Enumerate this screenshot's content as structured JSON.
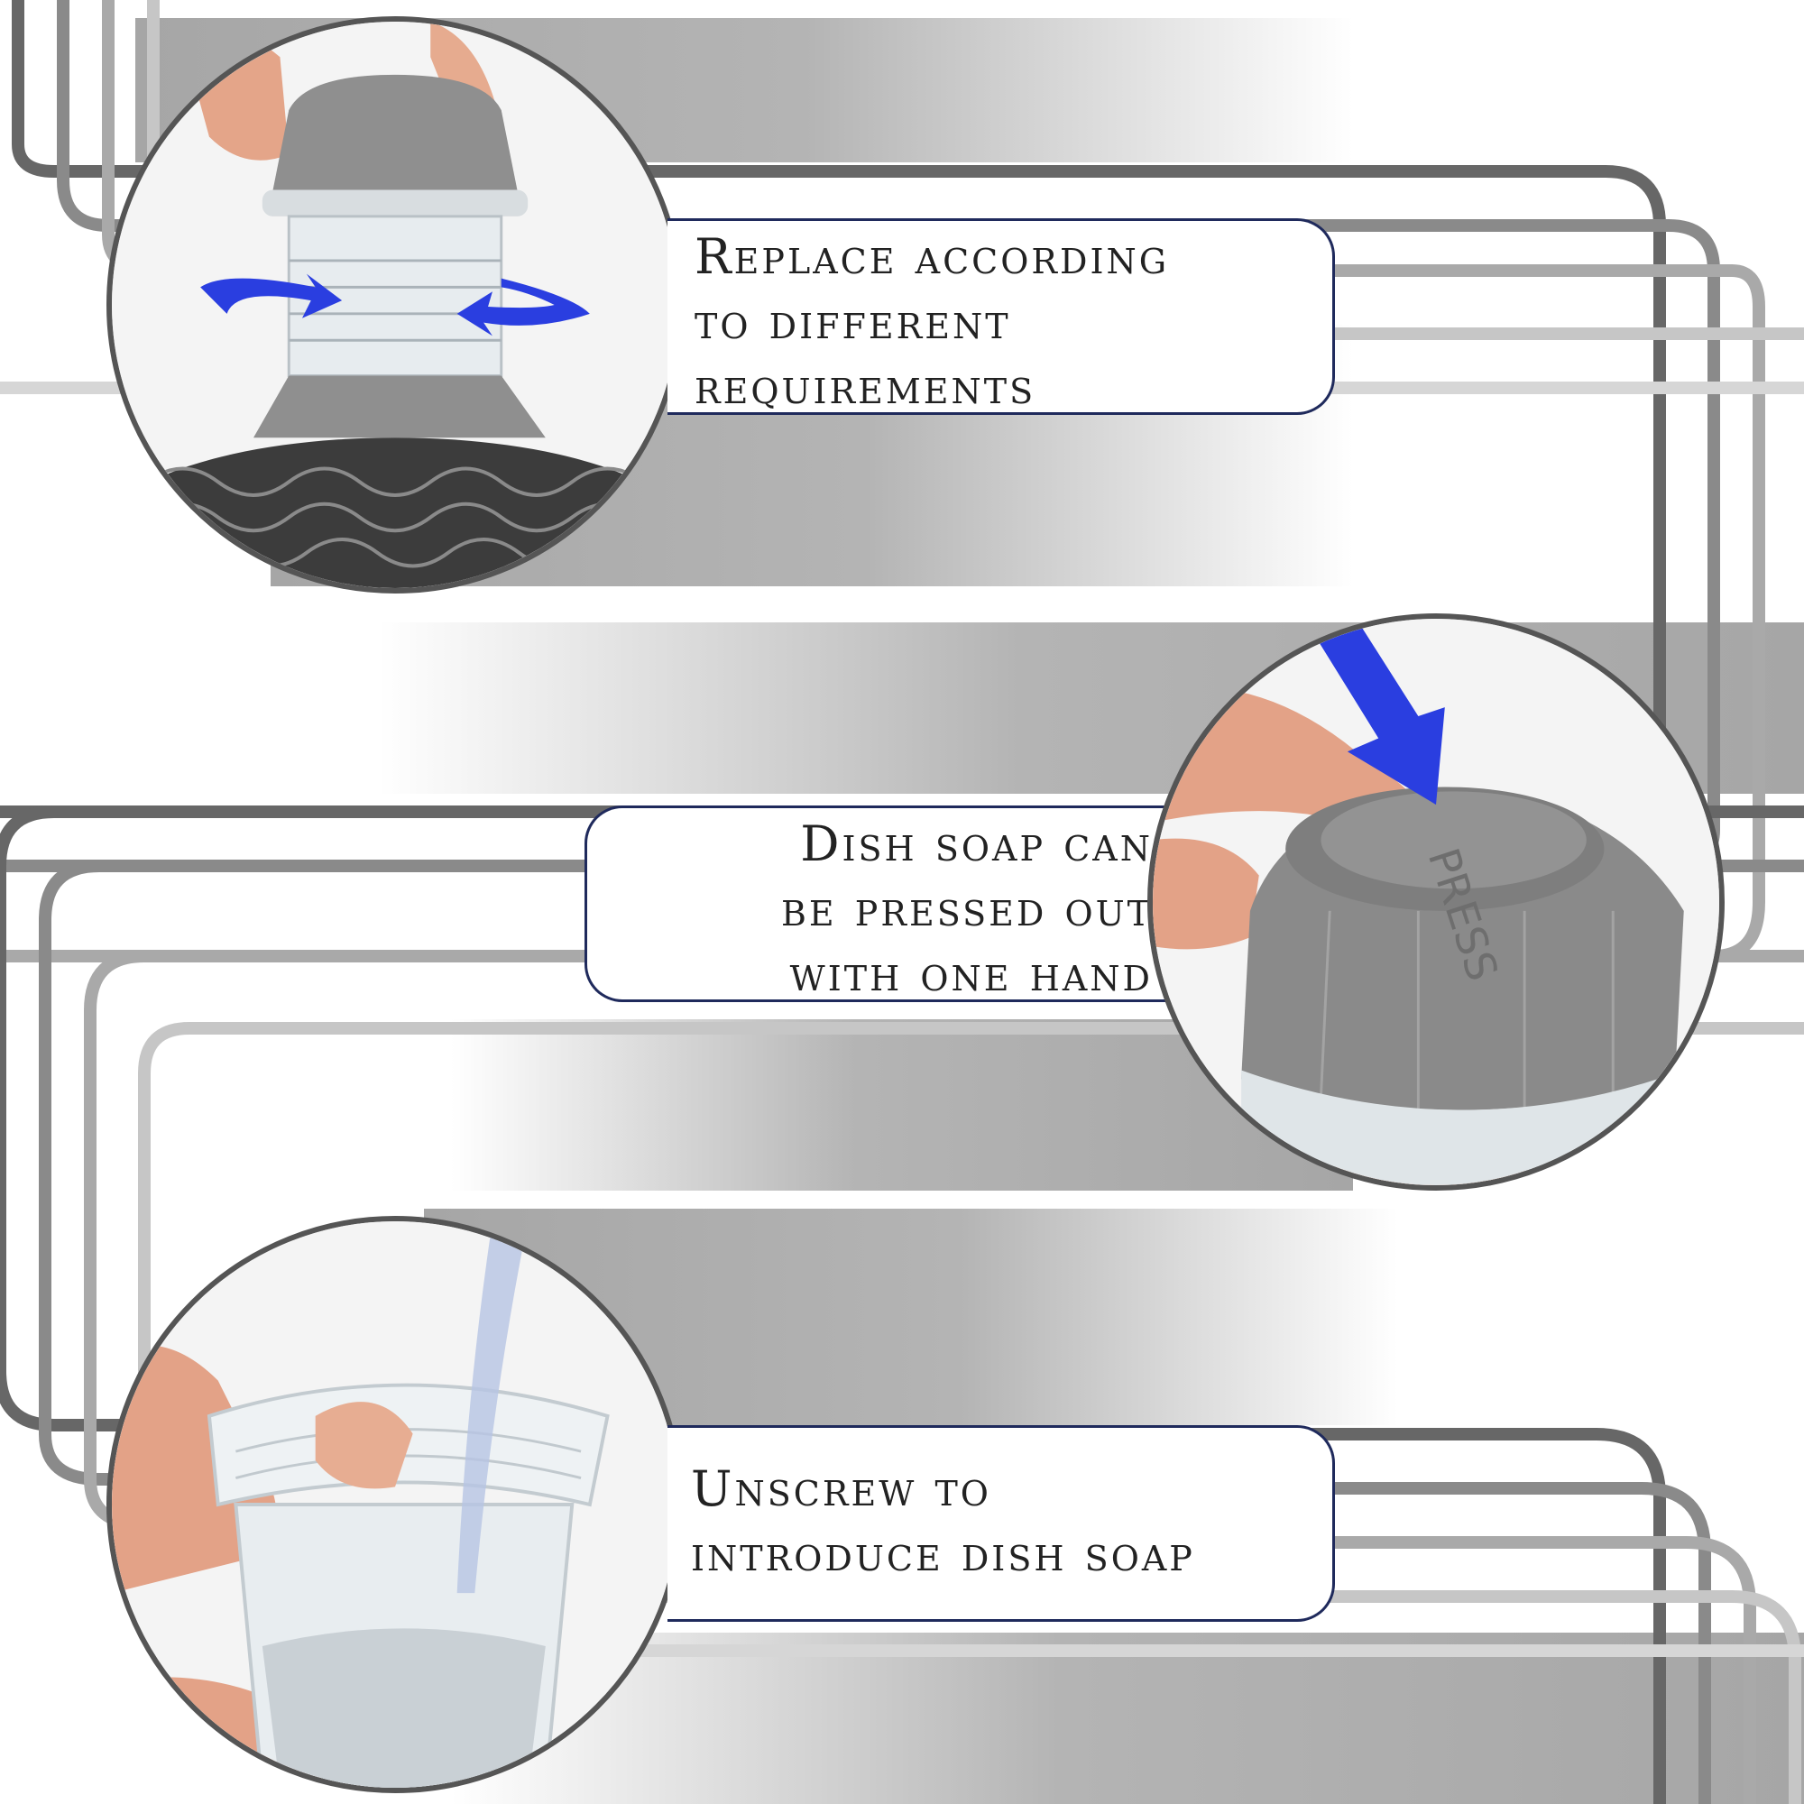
{
  "panels": [
    {
      "id": "replace",
      "caption_lines": [
        "Replace according",
        "to different",
        "requirements"
      ]
    },
    {
      "id": "press",
      "caption_lines": [
        "Dish soap can",
        "be pressed out",
        "with one hand"
      ],
      "button_text": "PRESS"
    },
    {
      "id": "unscrew",
      "caption_lines": [
        "Unscrew to",
        "introduce dish soap"
      ]
    }
  ],
  "colors": {
    "band_dark": "#a9a9a9",
    "line_dark": "#666666",
    "line_light": "#c8c8c8",
    "caption_border": "#1f2a5c",
    "arrow_blue": "#2a3ee0",
    "cap_gray": "#8c8c8c"
  }
}
